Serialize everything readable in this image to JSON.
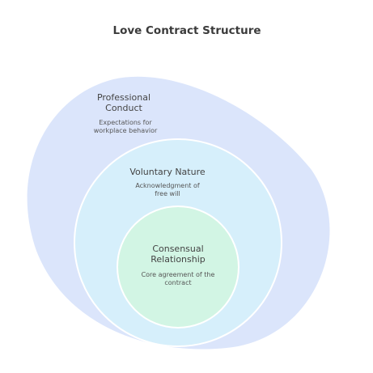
{
  "diagram": {
    "title": "Love Contract Structure",
    "colors": {
      "outer_fill": "#dbe5fb",
      "middle_fill": "#d6effb",
      "inner_fill": "#d2f5e4",
      "ring_stroke": "#ffffff"
    },
    "layers": {
      "outer": {
        "label_line1": "Professional",
        "label_line2": "Conduct",
        "desc_line1": "Expectations for",
        "desc_line2": "workplace behavior"
      },
      "middle": {
        "label_line1": "Voluntary Nature",
        "desc_line1": "Acknowledgment of",
        "desc_line2": "free will"
      },
      "inner": {
        "label_line1": "Consensual",
        "label_line2": "Relationship",
        "desc_line1": "Core agreement of the",
        "desc_line2": "contract"
      }
    }
  }
}
